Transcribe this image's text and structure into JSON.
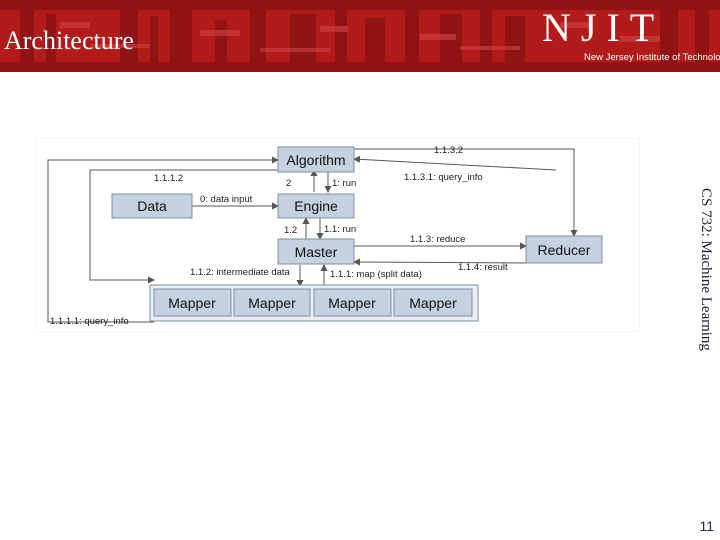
{
  "slide": {
    "title": "Architecture",
    "logo_text": "NJIT",
    "logo_subtitle": "New Jersey Institute of Technology",
    "side_label": "CS 732: Machine Learning",
    "page_number": "11"
  },
  "colors": {
    "banner": "#b31b1b",
    "banner_dark": "#7d1010",
    "box_fill": "#c3d1e0",
    "box_stroke": "#7f8ea0",
    "line": "#555555"
  },
  "diagram": {
    "nodes": {
      "algorithm": "Algorithm",
      "data": "Data",
      "engine": "Engine",
      "master": "Master",
      "reducer": "Reducer",
      "mappers": [
        "Mapper",
        "Mapper",
        "Mapper",
        "Mapper"
      ]
    },
    "edge_labels": {
      "e_1132": "1.1.3.2",
      "e_1112": "1.1.1.2",
      "e_2": "2",
      "e_11run": "1: run",
      "e_1131": "1.1.3.1: query_info",
      "e_0": "0: data input",
      "e_12": "1.2",
      "e_111run": "1.1: run",
      "e_113": "1.1.3: reduce",
      "e_112": "1.1.2: intermediate data",
      "e_114": "1.1.4: result",
      "e_111": "1.1.1: map (split data)",
      "e_1111": "1.1.1.1: query_info"
    }
  }
}
